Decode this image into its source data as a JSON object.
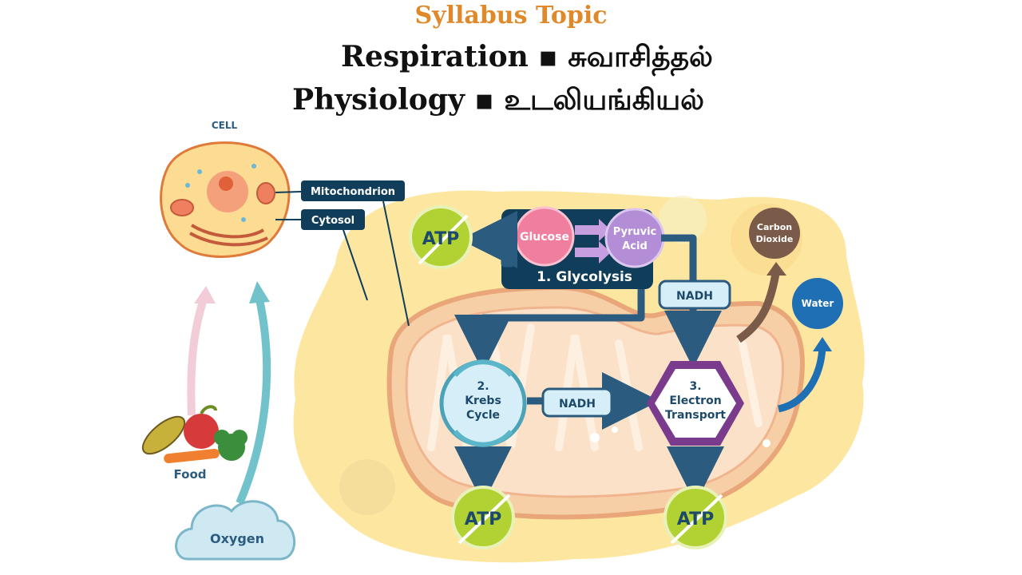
{
  "header": {
    "topic": "Syllabus Topic",
    "line1": "Respiration ▪ சுவாசித்தல்",
    "line2": "Physiology ▪ உடலியங்கியல்"
  },
  "diagram": {
    "cell_label": "CELL",
    "mitochondrion_label": "Mitochondrion",
    "cytosol_label": "Cytosol",
    "food_label": "Food",
    "oxygen_label": "Oxygen",
    "glucose": "Glucose",
    "pyruvic_1": "Pyruvic",
    "pyruvic_2": "Acid",
    "glycolysis": "1. Glycolysis",
    "nadh_top": "NADH",
    "nadh_mid": "NADH",
    "krebs_1": "2.",
    "krebs_2": "Krebs",
    "krebs_3": "Cycle",
    "et_1": "3.",
    "et_2": "Electron",
    "et_3": "Transport",
    "co2_1": "Carbon",
    "co2_2": "Dioxide",
    "water": "Water",
    "atp": "ATP"
  },
  "colors": {
    "topic": "#e0892a",
    "blob": "#fde7a0",
    "mito": "#f7cfa6",
    "navy": "#0f3d5a",
    "pathway": "#2b5c80",
    "atp_green": "#b2d234",
    "glucose": "#f07f9f",
    "pyruvic": "#b38ed6",
    "co2": "#7a5a48",
    "water": "#1e6fb3",
    "et_purple": "#7b3b8c"
  }
}
